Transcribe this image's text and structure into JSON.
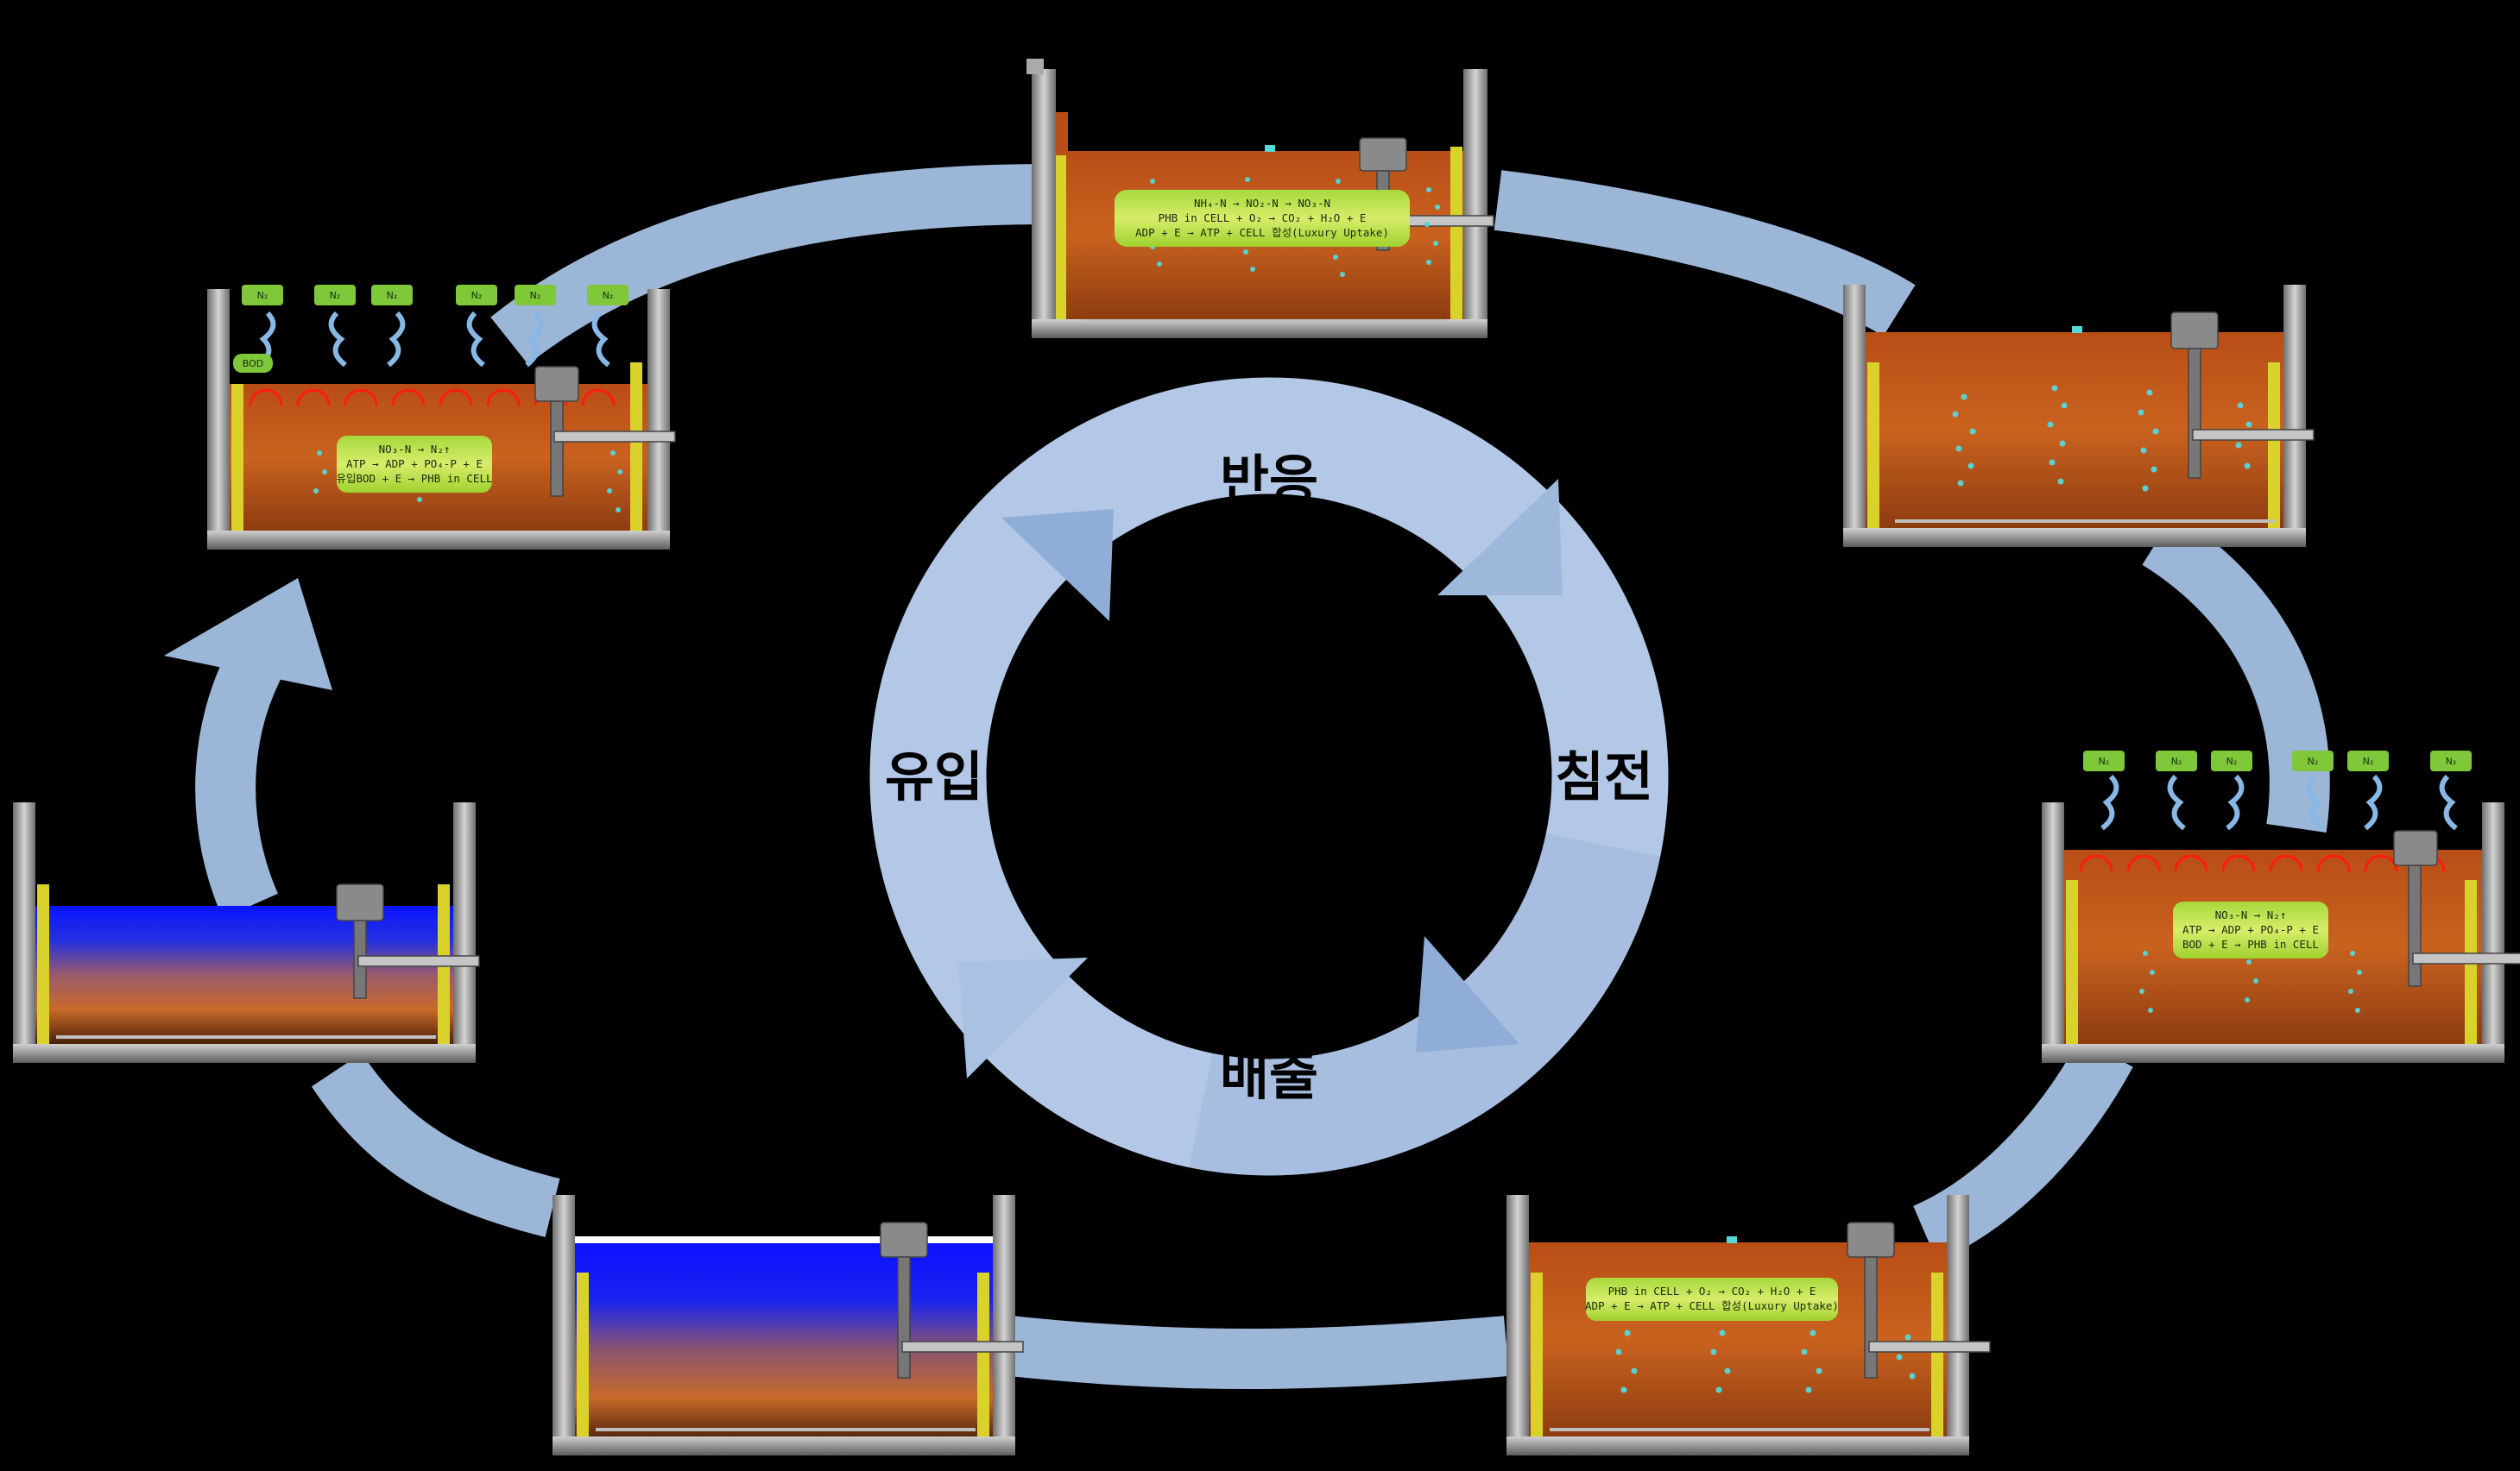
{
  "cycle": {
    "labels": {
      "reaction": "반응",
      "settling": "침전",
      "discharge": "배출",
      "inflow": "유입"
    }
  },
  "tanks": {
    "top": {
      "equations": [
        "NH₄-N → NO₂-N → NO₃-N",
        "PHB in CELL + O₂ → CO₂ + H₂O + E",
        "ADP + E → ATP + CELL 합성(Luxury Uptake)"
      ]
    },
    "upper_left": {
      "equations": [
        "NO₃-N → N₂↑",
        "ATP → ADP + PO₄-P + E",
        "유입BOD + E → PHB in CELL"
      ],
      "gas_tag": "N₂",
      "bod_tag": "BOD"
    },
    "mid_right": {
      "equations": [
        "NO₃-N → N₂↑",
        "ATP → ADP + PO₄-P + E",
        "BOD + E → PHB in CELL"
      ],
      "gas_tag": "N₂"
    },
    "bottom_right": {
      "equations": [
        "PHB in CELL + O₂ → CO₂ + H₂O + E",
        "ADP + E → ATP + CELL 합성(Luxury Uptake)"
      ]
    }
  },
  "colors": {
    "flow_arrow": "#9cb6d8",
    "inner_cycle": "#b6cbe7",
    "sludge": "#c0541c",
    "water": "#0a1cff",
    "equation_box": "#b2df3a",
    "baffle": "#d9d22a",
    "gas_tag": "#7ec83a",
    "bubbles": "#57d1d1",
    "mixer_arc": "#ff1a10"
  }
}
